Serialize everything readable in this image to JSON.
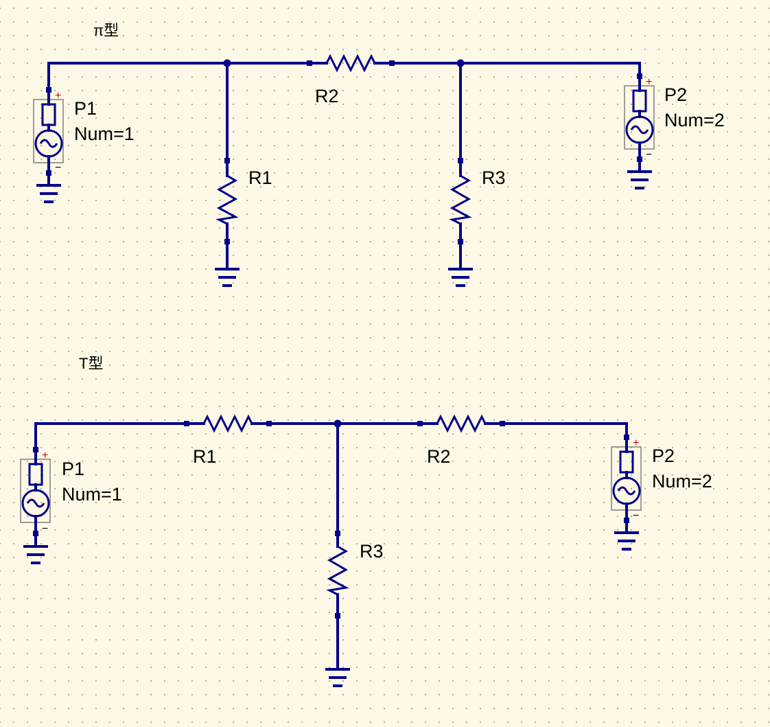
{
  "schematic": {
    "pi_network": {
      "title": "π型",
      "port1": {
        "name": "P1",
        "num": "Num=1"
      },
      "port2": {
        "name": "P2",
        "num": "Num=2"
      },
      "r1": "R1",
      "r2": "R2",
      "r3": "R3"
    },
    "t_network": {
      "title": "T型",
      "port1": {
        "name": "P1",
        "num": "Num=1"
      },
      "port2": {
        "name": "P2",
        "num": "Num=2"
      },
      "r1": "R1",
      "r2": "R2",
      "r3": "R3"
    },
    "polarity": {
      "plus": "+",
      "minus": "−"
    }
  },
  "colors": {
    "wire": "#00008b",
    "background": "#fdf9e6",
    "grid_dot": "#a8a48c",
    "plus": "#e00000"
  }
}
